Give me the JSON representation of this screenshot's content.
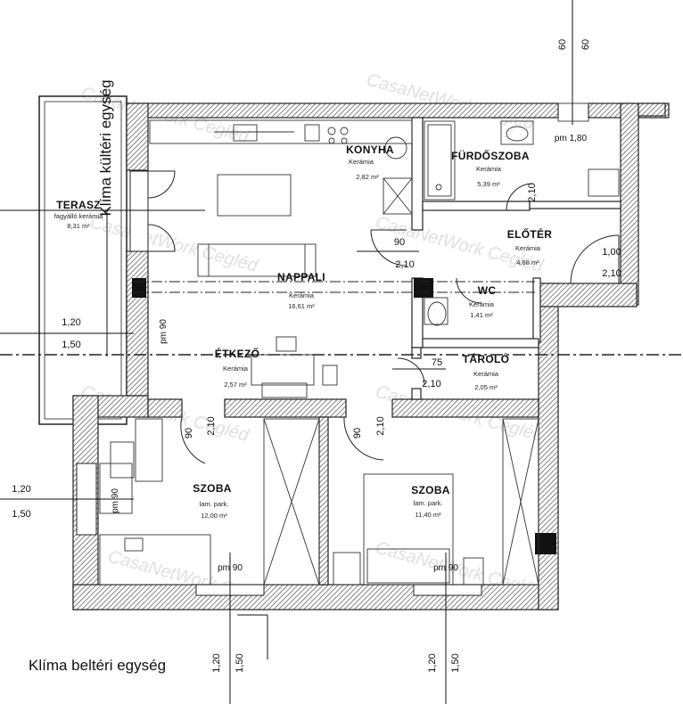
{
  "rooms": {
    "terasz": {
      "name": "TERASZ",
      "sub1": "fagyálló kerámia",
      "sub2": "8,31 m²"
    },
    "konyha": {
      "name": "KONYHA",
      "sub1": "Kerámia",
      "sub2": "2,82 m²"
    },
    "furdo": {
      "name": "FÜRDŐSZOBA",
      "sub1": "Kerámia",
      "sub2": "5,39 m²"
    },
    "eloter": {
      "name": "ELŐTÉR",
      "sub1": "Kerámia",
      "sub2": "4,68 m²"
    },
    "nappali": {
      "name": "NAPPALI",
      "sub1": "Kerámia",
      "sub2": "16,61 m²"
    },
    "wc": {
      "name": "WC",
      "sub1": "Kerámia",
      "sub2": "1,41 m²"
    },
    "etkezo": {
      "name": "ÉTKEZŐ",
      "sub1": "Kerámia",
      "sub2": "2,57 m²"
    },
    "tarolo": {
      "name": "TÁROLÓ",
      "sub1": "Kerámia",
      "sub2": "2,05 m²"
    },
    "szoba1": {
      "name": "SZOBA",
      "sub1": "lam. park.",
      "sub2": "12,00 m²"
    },
    "szoba2": {
      "name": "SZOBA",
      "sub1": "lam. park.",
      "sub2": "11,40 m²"
    }
  },
  "labels": {
    "kulteri": "Klíma kültéri egység",
    "belteri": "Klíma beltéri egység",
    "wm_text": "CasaNetWork Cegléd"
  },
  "dims": {
    "d60a": "60",
    "d60b": "60",
    "pm80": "pm 1,80",
    "d90a": "90",
    "d210a": "2,10",
    "d210b": "2,10",
    "d100": "1,00",
    "d210c": "2,10",
    "d120a": "1,20",
    "d150a": "1,50",
    "pm90a": "pm 90",
    "d75": "75",
    "d210d": "2,10",
    "d90b": "90",
    "d210e": "2,10",
    "d90c": "90",
    "d210f": "2,10",
    "d120b": "1,20",
    "d150b": "1,50",
    "pm90b": "pm 90",
    "pm90c": "pm 90",
    "pm90d": "pm 90",
    "d120c": "1,20",
    "d150c": "1,50",
    "d120d": "1,20",
    "d150d": "1,50"
  }
}
